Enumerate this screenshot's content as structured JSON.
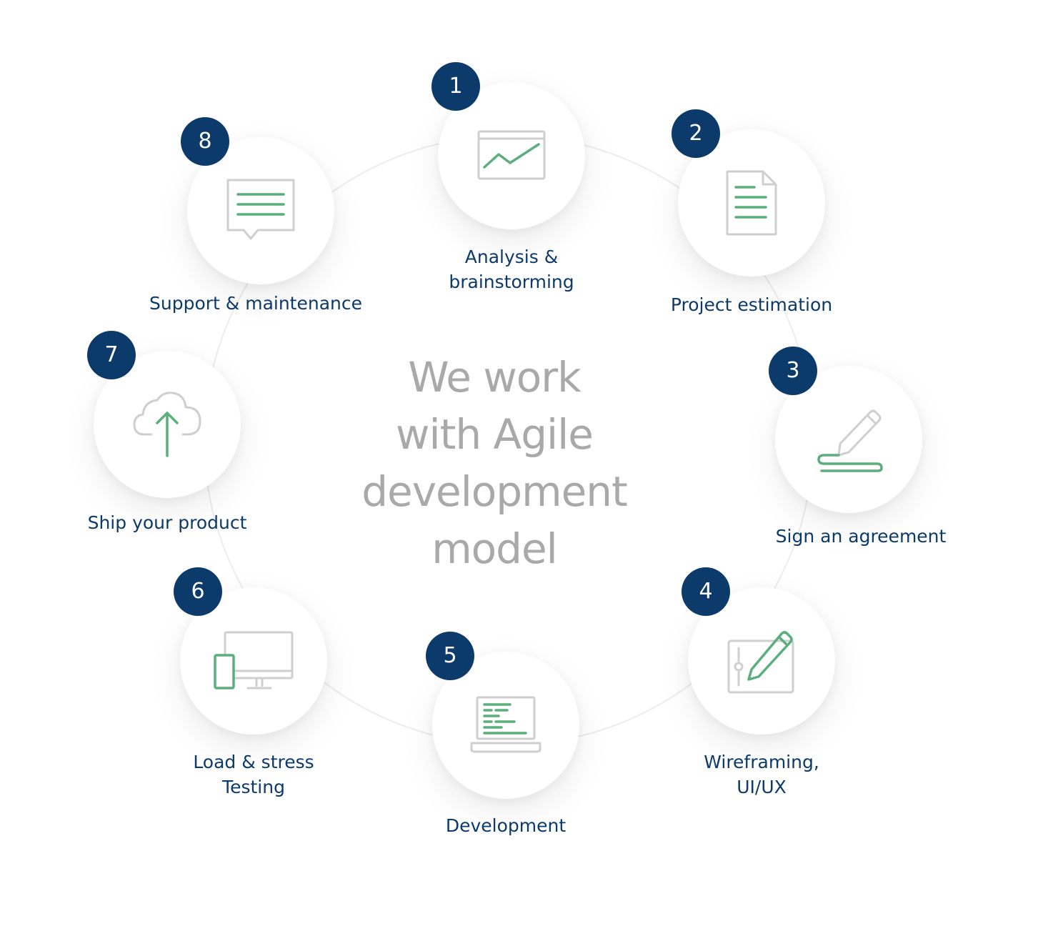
{
  "title_lines": [
    "We work",
    "with Agile",
    "development",
    "model"
  ],
  "colors": {
    "badge": "#0c3a6b",
    "label": "#0c3a6b",
    "title": "#a9a9a9",
    "icon_accent": "#5aaf7b",
    "icon_gray": "#cfcfcf",
    "ring": "#ececec"
  },
  "steps": [
    {
      "number": "1",
      "label": "Analysis &\nbrainstorming",
      "icon": "chart-icon"
    },
    {
      "number": "2",
      "label": "Project estimation",
      "icon": "document-icon"
    },
    {
      "number": "3",
      "label": "Sign an agreement",
      "icon": "signature-pen-icon"
    },
    {
      "number": "4",
      "label": "Wireframing,\nUI/UX",
      "icon": "drawing-tablet-icon"
    },
    {
      "number": "5",
      "label": "Development",
      "icon": "laptop-code-icon"
    },
    {
      "number": "6",
      "label": "Load & stress\nTesting",
      "icon": "devices-icon"
    },
    {
      "number": "7",
      "label": "Ship your product",
      "icon": "cloud-upload-icon"
    },
    {
      "number": "8",
      "label": "Support & maintenance",
      "icon": "chat-bubble-icon"
    }
  ]
}
